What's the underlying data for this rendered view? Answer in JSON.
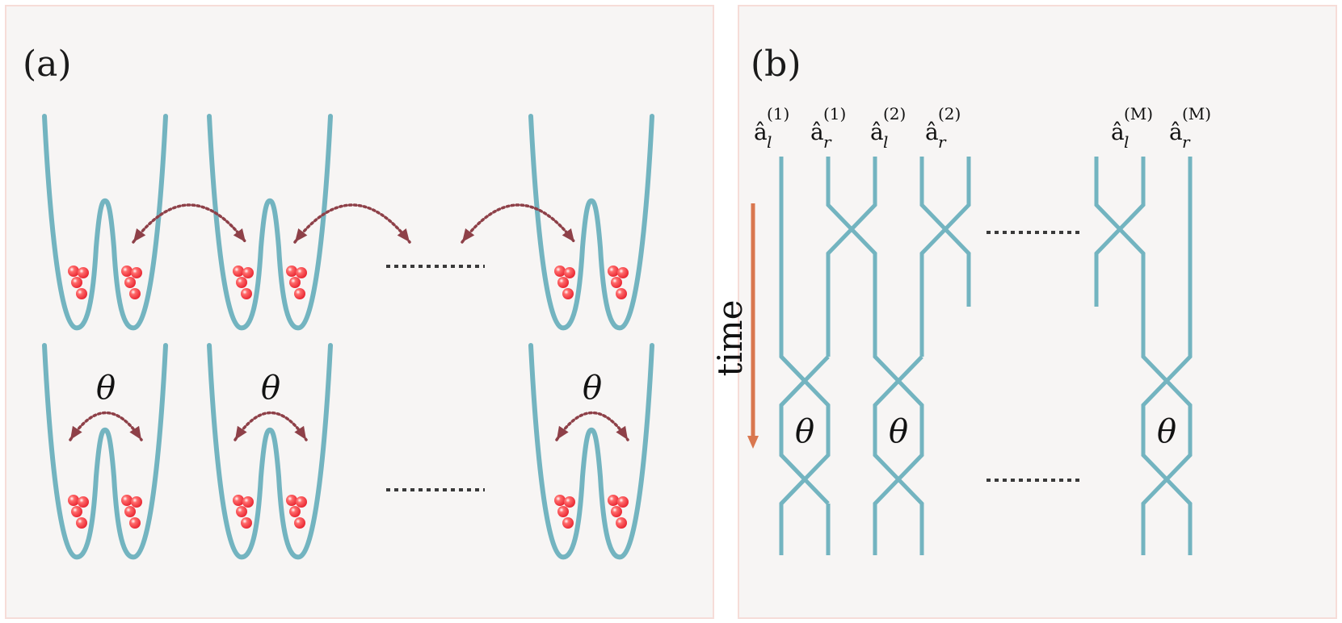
{
  "panel_a": {
    "label": "(a)",
    "theta_label": "θ"
  },
  "panel_b": {
    "label": "(b)",
    "time_label": "time",
    "theta_label": "θ",
    "modes": [
      {
        "hat": "â",
        "sub": "l",
        "sup": "(1)"
      },
      {
        "hat": "â",
        "sub": "r",
        "sup": "(1)"
      },
      {
        "hat": "â",
        "sub": "l",
        "sup": "(2)"
      },
      {
        "hat": "â",
        "sub": "r",
        "sup": "(2)"
      },
      {
        "hat": "â",
        "sub": "l",
        "sup": "(M)"
      },
      {
        "hat": "â",
        "sub": "r",
        "sup": "(M)"
      }
    ]
  },
  "colors": {
    "well": "#73b4c0",
    "hopping_arrow": "#8e4048",
    "atom": "#e8232f",
    "time_arrow": "#d9774f",
    "panel_bg": "#f7f5f4",
    "panel_border": "#f6dcd8"
  }
}
